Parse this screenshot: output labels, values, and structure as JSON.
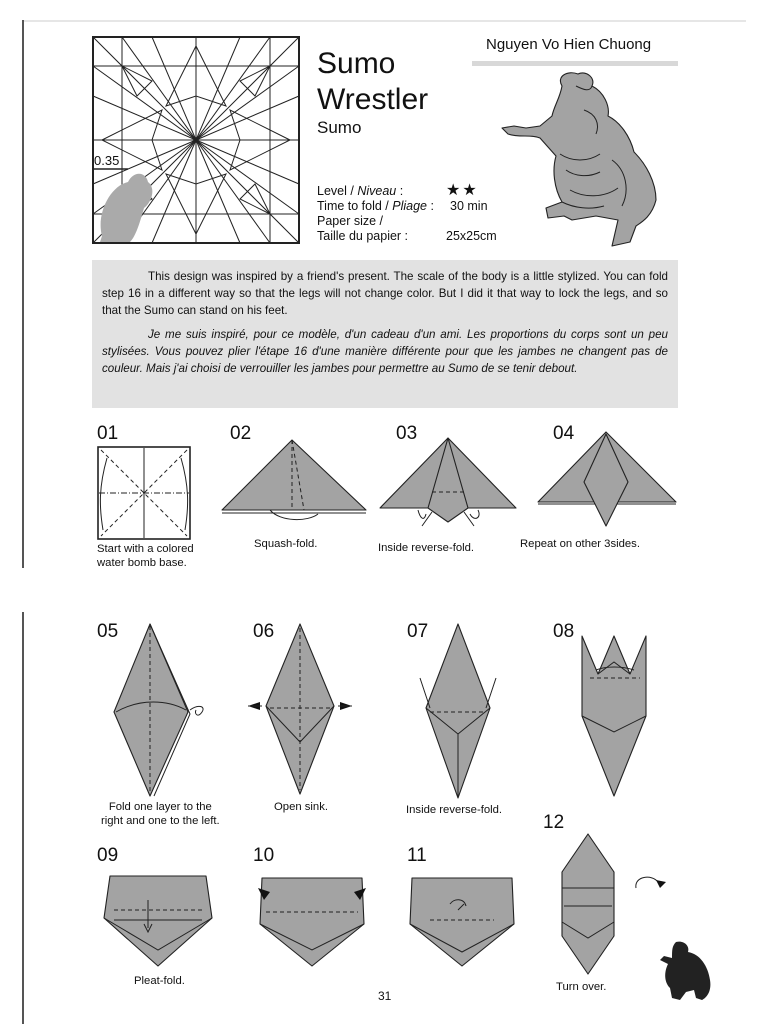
{
  "header": {
    "title_line1": "Sumo",
    "title_line2": "Wrestler",
    "subtitle": "Sumo",
    "author": "Nguyen Vo Hien Chuong",
    "crease_label": "0.35"
  },
  "specs": {
    "level_label": "Level / ",
    "level_label_fr": "Niveau",
    "level_suffix": " :",
    "level_value": "★★",
    "time_label": "Time to fold / ",
    "time_label_fr": "Pliage",
    "time_suffix": " :",
    "time_value": "30 min",
    "paper_label_1": "Paper size /",
    "paper_label_2": "Taille du papier :",
    "paper_value": "25x25cm"
  },
  "intro": {
    "en": "This design was inspired by a friend's present. The scale of the body is a little stylized. You can fold step 16 in a different way so that the legs will not change color.  But I did it that way to lock the legs, and so that the Sumo can stand on his feet.",
    "fr": "Je me suis inspiré, pour ce modèle, d'un cadeau d'un ami. Les proportions du corps sont un peu stylisées. Vous pouvez plier l'étape 16 d'une manière différente pour que les jambes ne changent pas de couleur. Mais j'ai choisi de verrouiller les jambes pour permettre au Sumo de se tenir debout."
  },
  "steps": [
    {
      "num": "01",
      "caption_1": "Start with a colored",
      "caption_2": "water bomb base."
    },
    {
      "num": "02",
      "caption_1": "Squash-fold."
    },
    {
      "num": "03",
      "caption_1": "Inside reverse-fold."
    },
    {
      "num": "04",
      "caption_1": "Repeat on other 3sides."
    },
    {
      "num": "05",
      "caption_1": "Fold one layer to the",
      "caption_2": "right and one to the left."
    },
    {
      "num": "06",
      "caption_1": "Open sink."
    },
    {
      "num": "07",
      "caption_1": "Inside reverse-fold."
    },
    {
      "num": "08"
    },
    {
      "num": "09",
      "caption_1": "Pleat-fold."
    },
    {
      "num": "10"
    },
    {
      "num": "11"
    },
    {
      "num": "12",
      "caption_1": "Turn over."
    }
  ],
  "page_number": "31"
}
